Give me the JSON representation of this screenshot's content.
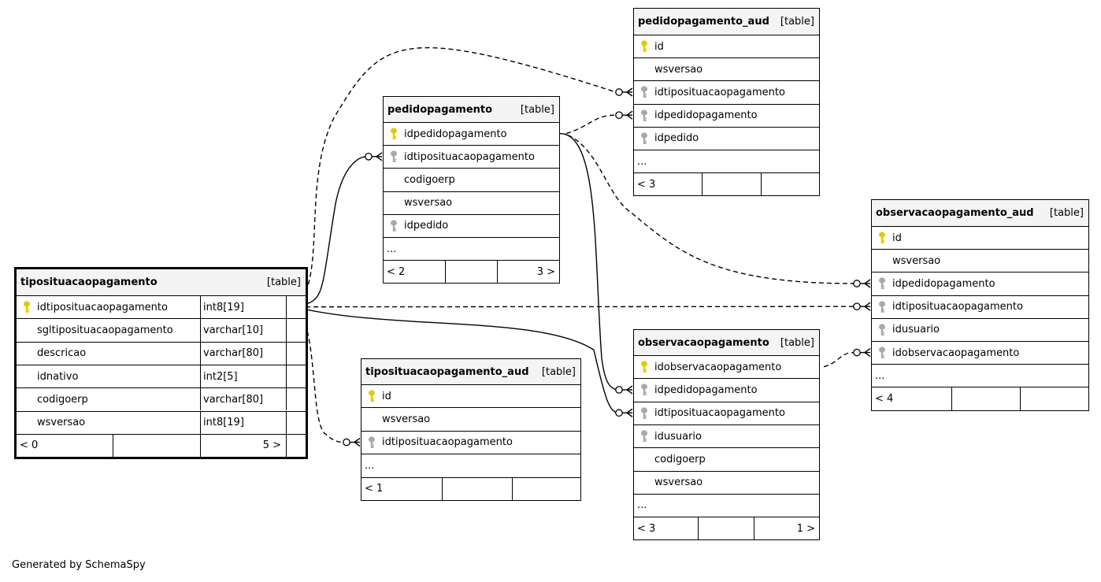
{
  "tables": [
    {
      "id": "tipo",
      "name": "tiposituacaopagamento",
      "type_label": "[table]",
      "columns": [
        {
          "name": "idtiposituacaopagamento",
          "type": "int8[19]",
          "key": "pk"
        },
        {
          "name": "sgltiposituacaopagamento",
          "type": "varchar[10]",
          "key": ""
        },
        {
          "name": "descricao",
          "type": "varchar[80]",
          "key": ""
        },
        {
          "name": "idnativo",
          "type": "int2[5]",
          "key": ""
        },
        {
          "name": "codigoerp",
          "type": "varchar[80]",
          "key": ""
        },
        {
          "name": "wsversao",
          "type": "int8[19]",
          "key": ""
        }
      ],
      "ellipsis": "",
      "footer": {
        "parents": "< 0",
        "children": "5 >"
      }
    },
    {
      "id": "pedido",
      "name": "pedidopagamento",
      "type_label": "[table]",
      "columns": [
        {
          "name": "idpedidopagamento",
          "key": "pk"
        },
        {
          "name": "idtiposituacaopagamento",
          "key": "fk"
        },
        {
          "name": "codigoerp",
          "key": ""
        },
        {
          "name": "wsversao",
          "key": ""
        },
        {
          "name": "idpedido",
          "key": "fk"
        }
      ],
      "ellipsis": "...",
      "footer": {
        "parents": "< 2",
        "children": "3 >"
      }
    },
    {
      "id": "pedidoaud",
      "name": "pedidopagamento_aud",
      "type_label": "[table]",
      "columns": [
        {
          "name": "id",
          "key": "pk"
        },
        {
          "name": "wsversao",
          "key": ""
        },
        {
          "name": "idtiposituacaopagamento",
          "key": "fk"
        },
        {
          "name": "idpedidopagamento",
          "key": "fk"
        },
        {
          "name": "idpedido",
          "key": "fk"
        }
      ],
      "ellipsis": "...",
      "footer": {
        "parents": "< 3",
        "children": ""
      }
    },
    {
      "id": "obsaud",
      "name": "observacaopagamento_aud",
      "type_label": "[table]",
      "columns": [
        {
          "name": "id",
          "key": "pk"
        },
        {
          "name": "wsversao",
          "key": ""
        },
        {
          "name": "idpedidopagamento",
          "key": "fk"
        },
        {
          "name": "idtiposituacaopagamento",
          "key": "fk"
        },
        {
          "name": "idusuario",
          "key": "fk"
        },
        {
          "name": "idobservacaopagamento",
          "key": "fk"
        }
      ],
      "ellipsis": "...",
      "footer": {
        "parents": "< 4",
        "children": ""
      }
    },
    {
      "id": "obs",
      "name": "observacaopagamento",
      "type_label": "[table]",
      "columns": [
        {
          "name": "idobservacaopagamento",
          "key": "pk"
        },
        {
          "name": "idpedidopagamento",
          "key": "fk"
        },
        {
          "name": "idtiposituacaopagamento",
          "key": "fk"
        },
        {
          "name": "idusuario",
          "key": "fk"
        },
        {
          "name": "codigoerp",
          "key": ""
        },
        {
          "name": "wsversao",
          "key": ""
        }
      ],
      "ellipsis": "...",
      "footer": {
        "parents": "< 3",
        "children": "1 >"
      }
    },
    {
      "id": "tipoaud",
      "name": "tiposituacaopagamento_aud",
      "type_label": "[table]",
      "columns": [
        {
          "name": "id",
          "key": "pk"
        },
        {
          "name": "wsversao",
          "key": ""
        },
        {
          "name": "idtiposituacaopagamento",
          "key": "fk"
        }
      ],
      "ellipsis": "...",
      "footer": {
        "parents": "< 1",
        "children": ""
      }
    }
  ],
  "relationships": [
    {
      "from": "tipo.idtiposituacaopagamento",
      "to": "pedido.idtiposituacaopagamento",
      "style": "solid"
    },
    {
      "from": "tipo.idtiposituacaopagamento",
      "to": "obs.idtiposituacaopagamento",
      "style": "solid"
    },
    {
      "from": "tipo.idtiposituacaopagamento",
      "to": "pedidoaud.idtiposituacaopagamento",
      "style": "dashed"
    },
    {
      "from": "tipo.idtiposituacaopagamento",
      "to": "obsaud.idtiposituacaopagamento",
      "style": "dashed"
    },
    {
      "from": "tipo.idtiposituacaopagamento",
      "to": "tipoaud.idtiposituacaopagamento",
      "style": "dashed"
    },
    {
      "from": "pedido.idpedidopagamento",
      "to": "obs.idpedidopagamento",
      "style": "solid"
    },
    {
      "from": "pedido.idpedidopagamento",
      "to": "pedidoaud.idpedidopagamento",
      "style": "dashed"
    },
    {
      "from": "pedido.idpedidopagamento",
      "to": "obsaud.idpedidopagamento",
      "style": "dashed"
    },
    {
      "from": "obs.idobservacaopagamento",
      "to": "obsaud.idobservacaopagamento",
      "style": "dashed"
    }
  ],
  "colors": {
    "primary_key": "#e6c800",
    "foreign_key": "#a8a8a8",
    "header_bg": "#f4f4f4"
  },
  "footer_note": "Generated by SchemaSpy"
}
